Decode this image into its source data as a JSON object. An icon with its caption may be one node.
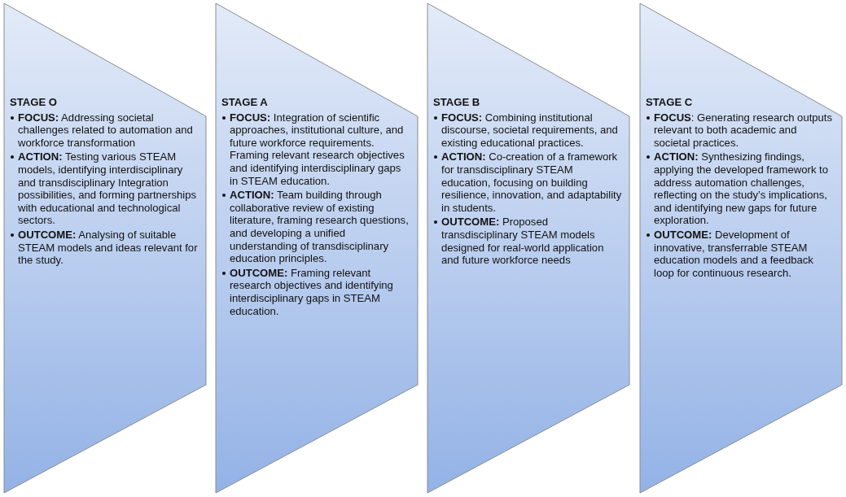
{
  "diagram": {
    "nodes": [
      {
        "text": [
          "STAGE O",
          "**FOCUS:** Addressing societal challenges related to automation and workforce transformation",
          "**ACTION:** Testing various STEAM models, identifying interdisciplinary and transdisciplinary Integration possibilities, and forming partnerships with educational and technological sectors.",
          "**OUTCOME:** Analysing of suitable STEAM models and ideas relevant for the study."
        ]
      },
      {
        "text": [
          "STAGE A",
          "**FOCUS:** Integration of scientific approaches, institutional culture, and future workforce requirements. Framing relevant research objectives and identifying interdisciplinary gaps in STEAM education.",
          "**ACTION:** Team building through collaborative review of existing literature, framing research questions, and developing a unified understanding of transdisciplinary education principles.",
          "**OUTCOME:** Framing relevant research objectives and identifying interdisciplinary gaps in STEAM education."
        ]
      },
      {
        "text": [
          "STAGE B",
          "**FOCUS:** Combining institutional discourse, societal requirements, and existing educational practices.",
          "**ACTION:** Co-creation of a framework for transdisciplinary STEAM education, focusing on building resilience, innovation, and adaptability in students.",
          "**OUTCOME:** Proposed transdisciplinary STEAM models designed for real-world application and future workforce needs"
        ]
      },
      {
        "text": [
          "STAGE C",
          "**FOCUS**: Generating research outputs relevant to both academic and societal practices.",
          "**ACTION:** Synthesizing findings, applying the developed framework to address automation challenges, reflecting on the study’s implications, and identifying new gaps for future exploration.",
          "**OUTCOME:** Development of innovative, transferrable STEAM education models and a feedback loop for continuous research."
        ]
      }
    ],
    "edges": []
  }
}
